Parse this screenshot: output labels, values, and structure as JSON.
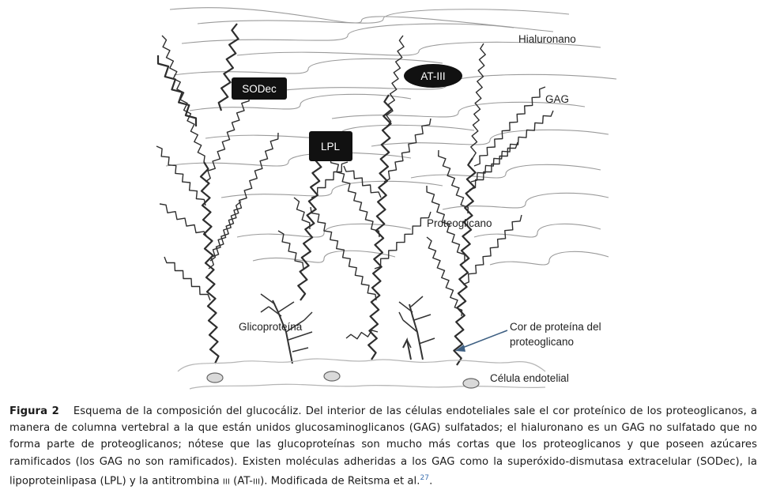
{
  "figure": {
    "labels": {
      "hialuronano": "Hialuronano",
      "gag": "GAG",
      "sodec": "SODec",
      "at3": "AT-III",
      "lpl": "LPL",
      "proteoglicano": "Proteoglicano",
      "glicoproteina": "Glicoproteína",
      "cor_line1": "Cor de proteína del",
      "cor_line2": "proteoglicano",
      "celula": "Célula endotelial"
    }
  },
  "caption": {
    "label": "Figura 2",
    "text": "Esquema de la composición del glucocáliz. Del interior de las células endoteliales sale el cor proteínico de los proteoglicanos, a manera de columna vertebral a la que están unidos glucosaminoglicanos (GAG) sulfatados; el hialuronano es un GAG no sulfatado que no forma parte de proteoglicanos; nótese que las glucoproteínas son mucho más cortas que los proteoglicanos y que poseen azúcares ramificados (los GAG no son ramificados). Existen moléculas adheridas a los GAG como la superóxido-dismutasa extracelular (SODec), la lipoproteinlipasa (LPL) y la antitrombina ",
    "roman": "III",
    "text_mid": " (AT-",
    "roman2": "III",
    "text_end": "). Modificada de Reitsma et al.",
    "ref": "27",
    "final": "."
  }
}
